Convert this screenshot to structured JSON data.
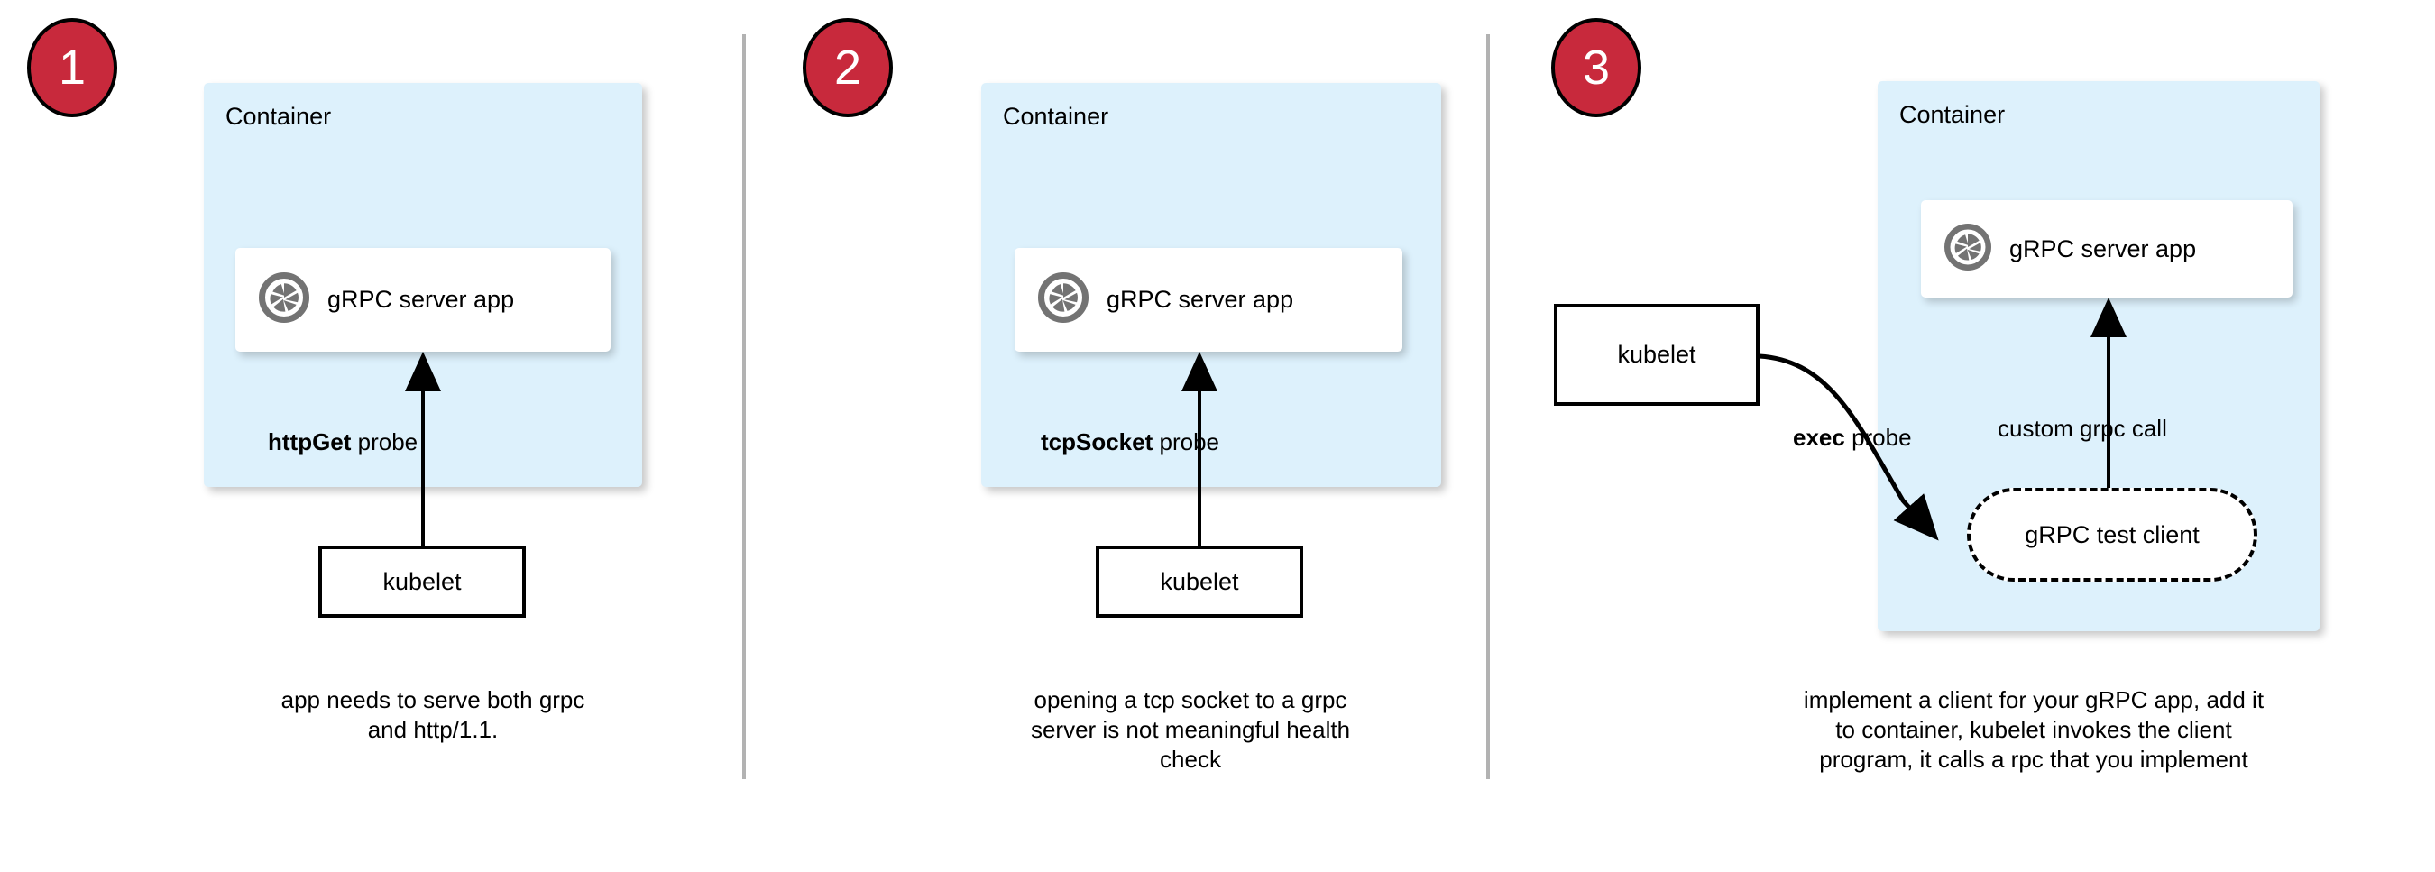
{
  "colors": {
    "badge_red": "#C8293C",
    "container_blue": "#DDF1FC",
    "divider_gray": "#B2B2B2",
    "icon_gray": "#737373",
    "stroke_black": "#000000",
    "card_white": "#FFFFFF"
  },
  "panels": [
    {
      "badge_number": "1",
      "container_label": "Container",
      "app_label": "gRPC server app",
      "app_icon": "grpc-aperture-icon",
      "probe_label_bold": "httpGet",
      "probe_label_rest": " probe",
      "kubelet_label": "kubelet",
      "caption_lines": [
        "app needs to serve both grpc",
        "and http/1.1."
      ]
    },
    {
      "badge_number": "2",
      "container_label": "Container",
      "app_label": "gRPC server app",
      "app_icon": "grpc-aperture-icon",
      "probe_label_bold": "tcpSocket",
      "probe_label_rest": " probe",
      "kubelet_label": "kubelet",
      "caption_lines": [
        "opening a tcp socket to a grpc",
        "server is not meaningful health",
        "check"
      ]
    },
    {
      "badge_number": "3",
      "container_label": "Container",
      "app_label": "gRPC server app",
      "app_icon": "grpc-aperture-icon",
      "probe_label_bold": "exec",
      "probe_label_rest": " probe",
      "kubelet_label": "kubelet",
      "call_label": "custom grpc call",
      "test_client_label": "gRPC test client",
      "caption_lines": [
        "implement a client for your gRPC app, add it",
        "to container, kubelet invokes the client",
        "program, it calls a rpc that you implement"
      ]
    }
  ]
}
